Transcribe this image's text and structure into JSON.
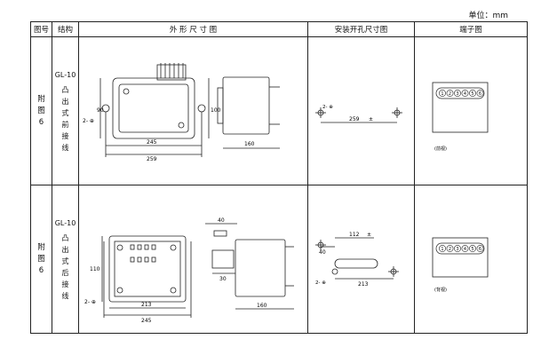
{
  "unit_label": "单位：mm",
  "headers": {
    "figure_no": "图号",
    "structure": "结构",
    "outline": "外 形 尺 寸 图",
    "mounting": "安装开孔尺寸图",
    "terminals": "端子图"
  },
  "rows": [
    {
      "figure": [
        "附",
        "图",
        "6"
      ],
      "model": "GL-10",
      "structure": [
        "凸",
        "出",
        "式",
        "前",
        "接",
        "线"
      ],
      "outline_dims": {
        "d90": "90",
        "d100": "100",
        "d245": "245",
        "d259": "259",
        "d160": "160",
        "screw": "2- ⊕"
      },
      "mount_dims": {
        "d259": "259",
        "tol": "±",
        "screw": "2- ⊕"
      },
      "terminal_numbers": [
        "1",
        "2",
        "3",
        "4",
        "5",
        "6"
      ],
      "terminal_caption": "(前视)"
    },
    {
      "figure": [
        "附",
        "图",
        "6"
      ],
      "model": "GL-10",
      "structure": [
        "凸",
        "出",
        "式",
        "后",
        "接",
        "线"
      ],
      "outline_dims": {
        "d110": "110",
        "d213": "213",
        "d245": "245",
        "d40": "40",
        "d30": "30",
        "d160": "160",
        "screw": "2- ⊕"
      },
      "mount_dims": {
        "d112": "112",
        "d40": "40",
        "d213": "213",
        "tol": "±",
        "screw": "2- ⊕"
      },
      "terminal_numbers": [
        "1",
        "2",
        "3",
        "4",
        "5",
        "6"
      ],
      "terminal_caption": "(背视)"
    }
  ]
}
